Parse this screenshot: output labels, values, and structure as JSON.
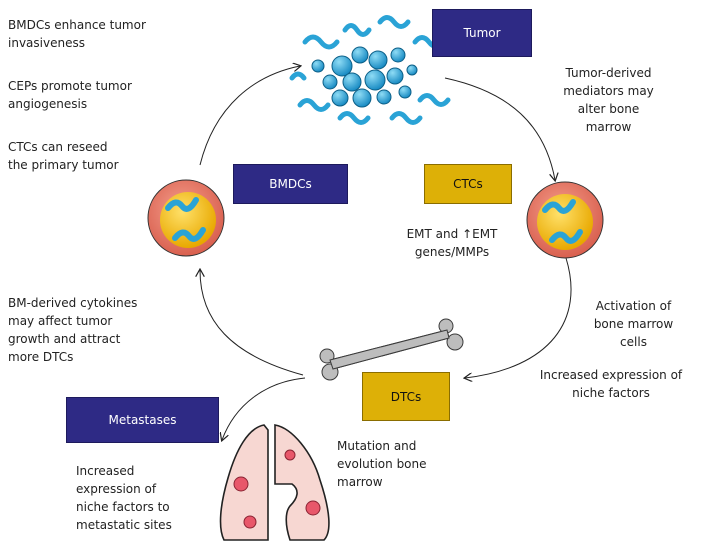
{
  "colors": {
    "navy_box": "#2e2a85",
    "gold_box": "#ddb007",
    "cell_ring": "#e27a6a",
    "cell_core": "#f0c419",
    "tumor_blue": "#2aa3d6",
    "lung_fill": "#f7d7d2",
    "lesion": "#e8576a"
  },
  "boxes": {
    "tumor": "Tumor",
    "bmdcs": "BMDCs",
    "ctcs": "CTCs",
    "dtcs": "DTCs",
    "metastases": "Metastases"
  },
  "notes": {
    "bmdcs_invasiveness": "BMDCs enhance tumor invasiveness",
    "ceps_angiogenesis": "CEPs promote tumor angiogenesis",
    "ctcs_reseed": "CTCs can reseed the primary tumor",
    "tumor_mediators": "Tumor-derived mediators may alter bone marrow",
    "emt": "EMT and ↑EMT genes/MMPs",
    "bm_cytokines": "BM-derived cytokines may affect tumor growth and attract more DTCs",
    "activation": "Activation of bone marrow cells",
    "increased_niche": "Increased expression of niche factors",
    "mutation": "Mutation and evolution bone marrow",
    "metastatic_niche": "Increased expression of niche factors to metastatic sites"
  }
}
